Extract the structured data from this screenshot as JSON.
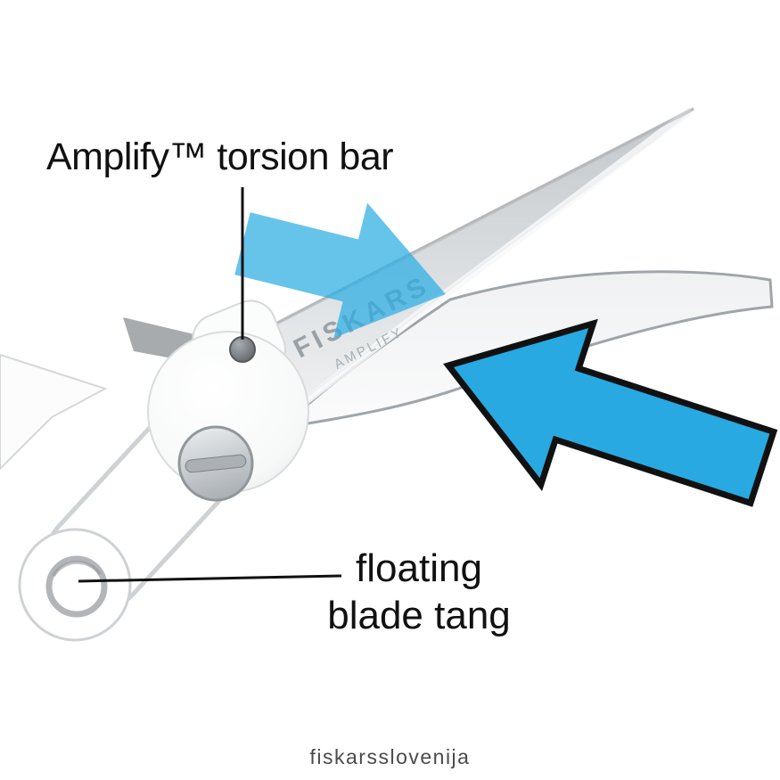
{
  "illustration": {
    "blade_markings": {
      "brand": "FISKARS",
      "model": "AMPLIFY"
    }
  },
  "callouts": {
    "torsion_bar_label": "Amplify™ torsion bar",
    "blade_tang_line1": "floating",
    "blade_tang_line2": "blade tang"
  },
  "footer": {
    "brand_text": "fiskarsslovenija"
  },
  "colors": {
    "arrow_blue": "#29a9e1",
    "small_arrow_blue": "#2bade3",
    "outline_black": "#111111",
    "footer_text": "#4a4a4a"
  }
}
